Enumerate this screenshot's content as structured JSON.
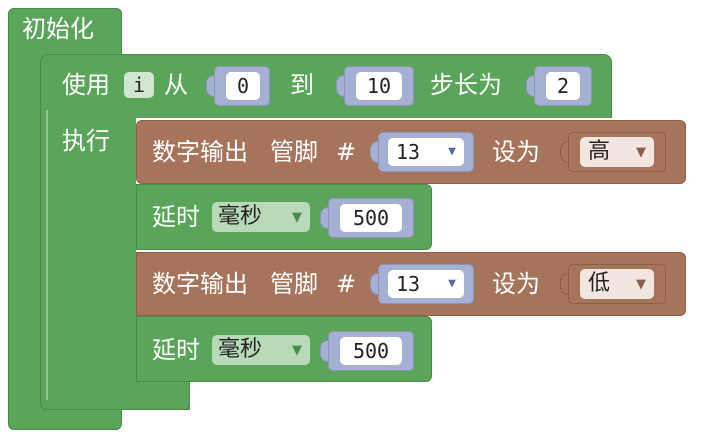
{
  "setup_block": {
    "title": "初始化"
  },
  "for_loop": {
    "use_label": "使用",
    "variable": "i",
    "from_label": "从",
    "from_value": "0",
    "to_label": "到",
    "to_value": "10",
    "step_label": "步长为",
    "step_value": "2",
    "do_label": "执行"
  },
  "statements": [
    {
      "type": "digital_write",
      "label": "数字输出",
      "pin_label": "管脚",
      "hash": "#",
      "pin": "13",
      "set_label": "设为",
      "value": "高"
    },
    {
      "type": "delay",
      "label": "延时",
      "unit": "毫秒",
      "ms": "500"
    },
    {
      "type": "digital_write",
      "label": "数字输出",
      "pin_label": "管脚",
      "hash": "#",
      "pin": "13",
      "set_label": "设为",
      "value": "低"
    },
    {
      "type": "delay",
      "label": "延时",
      "unit": "毫秒",
      "ms": "500"
    }
  ],
  "colors": {
    "control_green": "#5ba55b",
    "io_brown": "#a5745b",
    "math_blue": "#a6b0d2"
  }
}
